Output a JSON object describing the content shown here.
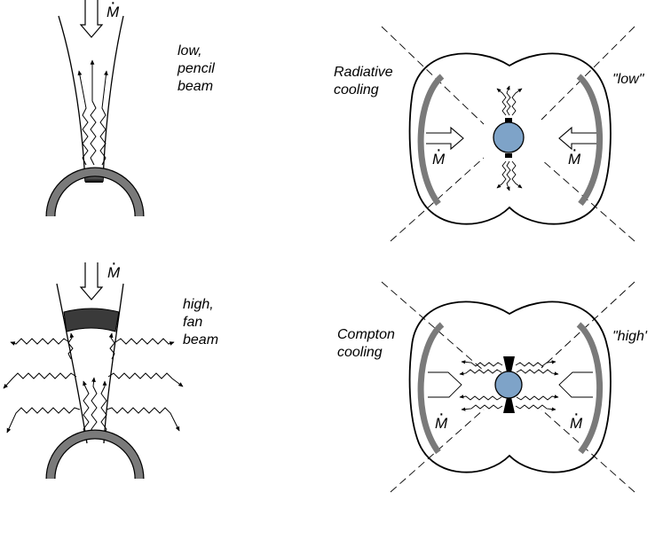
{
  "labels": {
    "pencil": [
      "low,",
      "pencil",
      "beam"
    ],
    "fan": [
      "high,",
      "fan",
      "beam"
    ],
    "radiative": [
      "Radiative",
      "cooling"
    ],
    "compton": [
      "Compton",
      "cooling"
    ],
    "low_quote": "\"low\"",
    "high_quote": "\"high'"
  },
  "mdot": "M",
  "colors": {
    "line": "#000000",
    "shell": "#7a7a7a",
    "star": "#7ea3c8",
    "shock": "#3a3a3a"
  }
}
